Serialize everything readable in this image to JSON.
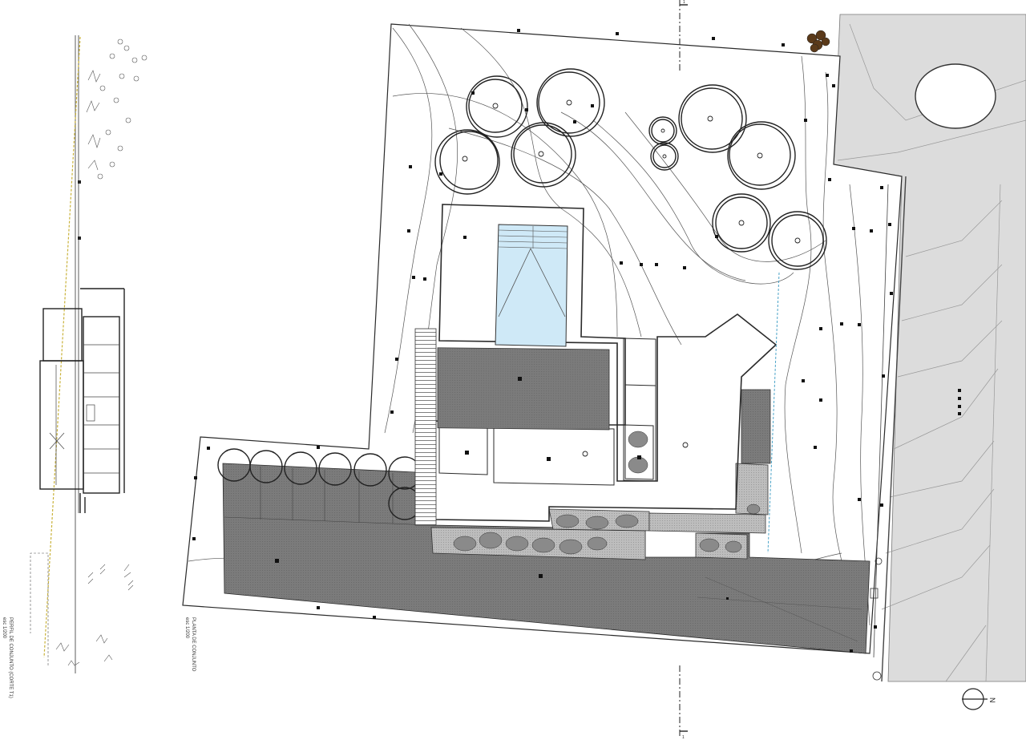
{
  "drawing": {
    "plan_title": "PLANTA DE CONJUNTO",
    "plan_scale": "esc 1/200",
    "profile_title": "PERFIL DE CONJUNTO (CORTE T1)",
    "profile_scale": "esc 1/200",
    "north_label": "N",
    "section_marker": "1",
    "colors": {
      "line": "#2a2a2a",
      "paving_dark": "#7b7b7b",
      "paving_light": "#b3b3b3",
      "pool_water": "#cfe9f7",
      "street": "#dcdcdc",
      "dashed_axis": "#4aa3c8"
    }
  }
}
